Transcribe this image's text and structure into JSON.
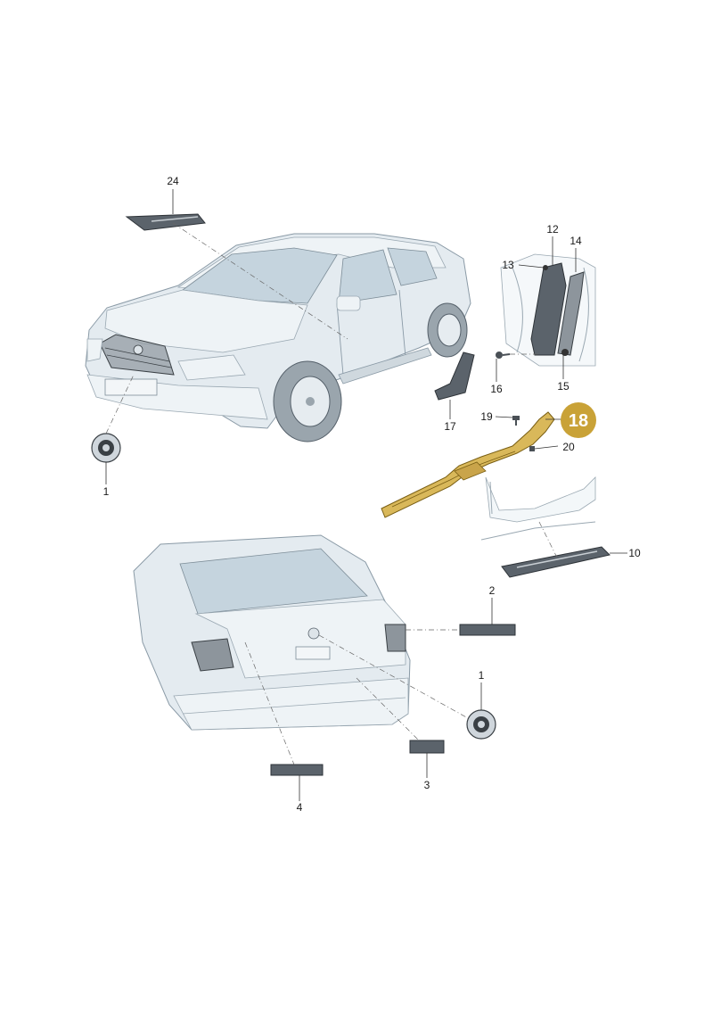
{
  "callouts": {
    "c24": "24",
    "c12": "12",
    "c14": "14",
    "c13": "13",
    "c16": "16",
    "c15": "15",
    "c17": "17",
    "c19": "19",
    "c18": "18",
    "c20": "20",
    "c1a": "1",
    "c10": "10",
    "c2": "2",
    "c1b": "1",
    "c3": "3",
    "c4": "4"
  },
  "colors": {
    "highlight": "#c9a237",
    "highlight_part": "#d9b85a",
    "line": "#333333"
  },
  "icons": {
    "badge": "skoda-logo-icon"
  }
}
